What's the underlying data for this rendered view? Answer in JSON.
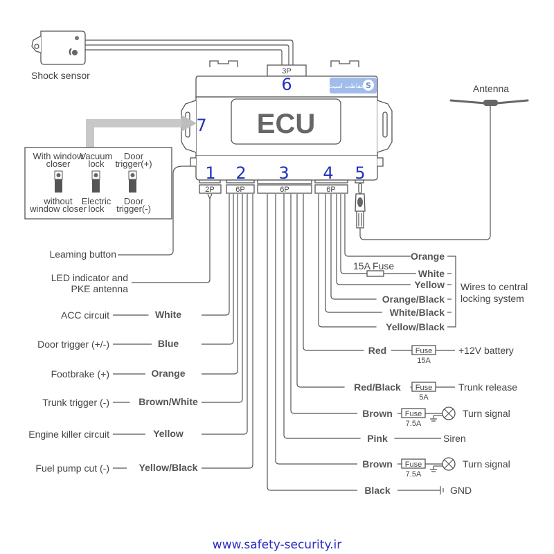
{
  "title": "ECU",
  "watermark_url": "www.safety-security.ir",
  "brand_badge": "حفاظت امنیت",
  "shock_sensor": {
    "label": "Shock sensor",
    "connector": "3P",
    "port_number": "6"
  },
  "antenna": {
    "label": "Antenna",
    "port_number": "5"
  },
  "switch_panel": {
    "port_number": "7",
    "switches": [
      {
        "top": [
          "With window",
          "closer"
        ],
        "bottom": [
          "without",
          "window closer"
        ]
      },
      {
        "top": [
          "Vacuum",
          "lock"
        ],
        "bottom": [
          "Electric",
          "lock"
        ]
      },
      {
        "top": [
          "Door",
          "trigger(+)"
        ],
        "bottom": [
          "Door",
          "trigger(-)"
        ]
      }
    ]
  },
  "connectors": [
    {
      "number": "1",
      "pins": "2P"
    },
    {
      "number": "2",
      "pins": "6P"
    },
    {
      "number": "3",
      "pins": "6P"
    },
    {
      "number": "4",
      "pins": "6P"
    },
    {
      "number": "5",
      "pins": ""
    }
  ],
  "connector1_wires": [
    {
      "function": "Leaming button"
    },
    {
      "function_lines": [
        "LED indicator and",
        "PKE antenna"
      ]
    }
  ],
  "connector2_wires": [
    {
      "function": "ACC circuit",
      "color": "White"
    },
    {
      "function": "Door trigger (+/-)",
      "color": "Blue"
    },
    {
      "function": "Footbrake (+)",
      "color": "Orange"
    },
    {
      "function": "Trunk trigger (-)",
      "color": "Brown/White"
    },
    {
      "function": "Engine killer circuit",
      "color": "Yellow"
    },
    {
      "function": "Fuel pump cut (-)",
      "color": "Yellow/Black"
    }
  ],
  "connector4_wires": {
    "group_label": [
      "Wires to central",
      "locking system"
    ],
    "fuse_label": "15A Fuse",
    "colors": [
      "Orange",
      "White",
      "Yellow",
      "Orange/Black",
      "White/Black",
      "Yellow/Black"
    ]
  },
  "connector3_wires": [
    {
      "color": "Red",
      "fuse": "Fuse",
      "rating": "15A",
      "target": "+12V battery",
      "type": "fuse"
    },
    {
      "color": "Red/Black",
      "fuse": "Fuse",
      "rating": "5A",
      "target": "Trunk release",
      "type": "fuse"
    },
    {
      "color": "Brown",
      "fuse": "Fuse",
      "rating": "7.5A",
      "target": "Turn signal",
      "type": "lamp"
    },
    {
      "color": "Pink",
      "target": "Siren",
      "type": "plain"
    },
    {
      "color": "Brown",
      "fuse": "Fuse",
      "rating": "7.5A",
      "target": "Turn signal",
      "type": "lamp"
    },
    {
      "color": "Black",
      "target": "GND",
      "type": "ground"
    }
  ]
}
